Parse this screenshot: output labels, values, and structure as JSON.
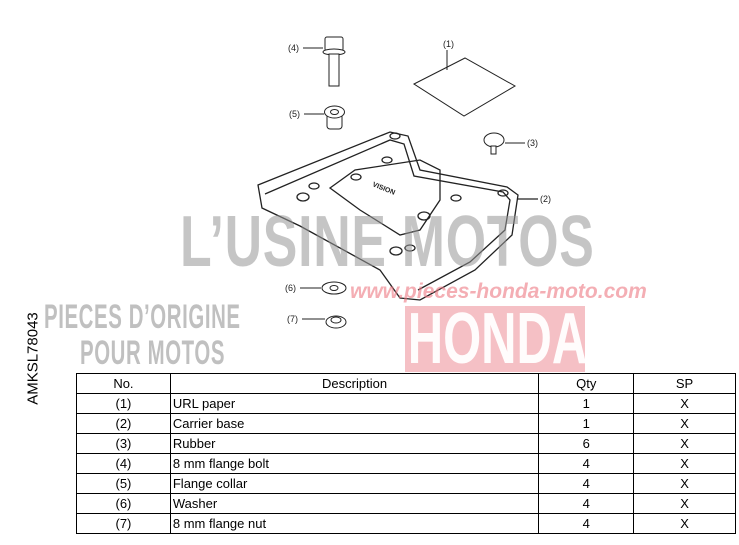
{
  "side_code": "AMKSL78043",
  "watermark": {
    "line1": "L’USINE MOTOS",
    "line2": "PIECES D’ORIGINE",
    "line3": "POUR MOTOS",
    "brand": "HONDA",
    "url": "www.pieces-honda-moto.com",
    "brand_color": "#ec8c96"
  },
  "diagram": {
    "callouts": [
      "(1)",
      "(2)",
      "(3)",
      "(4)",
      "(5)",
      "(6)",
      "(7)"
    ],
    "base_marking": "VISION"
  },
  "table": {
    "headers": [
      "No.",
      "Description",
      "Qty",
      "SP"
    ],
    "rows": [
      {
        "no": "(1)",
        "desc": "URL paper",
        "qty": "1",
        "sp": "X"
      },
      {
        "no": "(2)",
        "desc": "Carrier base",
        "qty": "1",
        "sp": "X"
      },
      {
        "no": "(3)",
        "desc": "Rubber",
        "qty": "6",
        "sp": "X"
      },
      {
        "no": "(4)",
        "desc": "8 mm flange bolt",
        "qty": "4",
        "sp": "X"
      },
      {
        "no": "(5)",
        "desc": "Flange collar",
        "qty": "4",
        "sp": "X"
      },
      {
        "no": "(6)",
        "desc": "Washer",
        "qty": "4",
        "sp": "X"
      },
      {
        "no": "(7)",
        "desc": "8 mm flange nut",
        "qty": "4",
        "sp": "X"
      }
    ]
  }
}
